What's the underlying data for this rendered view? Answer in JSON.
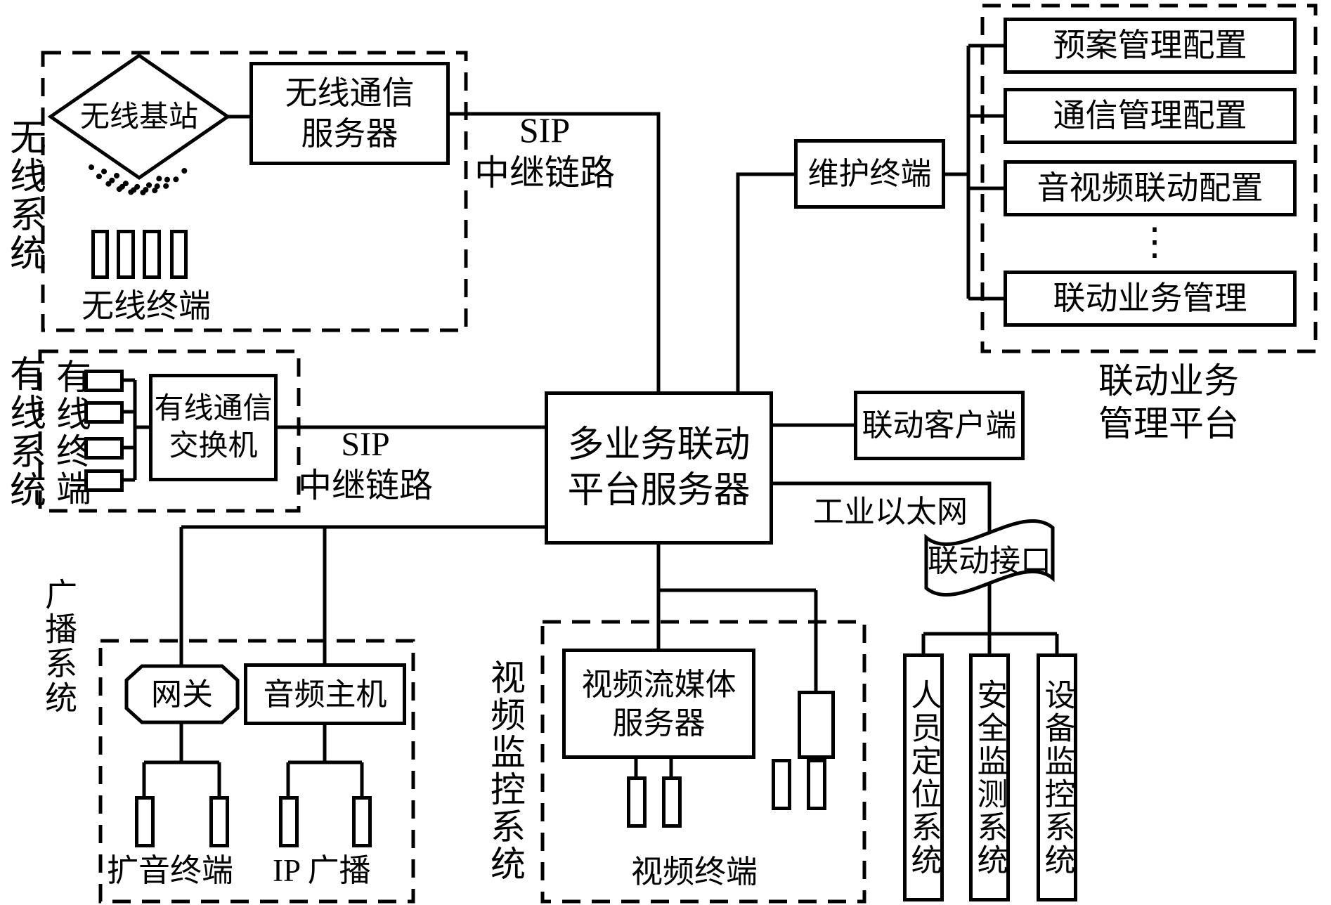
{
  "diagram": {
    "wireless": {
      "system_label": "无线系统",
      "base_station": "无线基站",
      "server_line1": "无线通信",
      "server_line2": "服务器",
      "terminal_label": "无线终端"
    },
    "wired": {
      "system_label": "有线系统",
      "terminal_label": "有线终端",
      "switch_line1": "有线通信",
      "switch_line2": "交换机"
    },
    "sip": {
      "line1": "SIP",
      "line2": "中继链路"
    },
    "main_server": {
      "line1": "多业务联动",
      "line2": "平台服务器"
    },
    "maintenance_terminal": "维护终端",
    "linkage_client": "联动客户端",
    "industrial_ethernet": "工业以太网",
    "linkage_interface": "联动接口",
    "platform": {
      "label_line1": "联动业务",
      "label_line2": "管理平台",
      "items": [
        "预案管理配置",
        "通信管理配置",
        "音视频联动配置",
        "⋮",
        "联动业务管理"
      ]
    },
    "broadcast": {
      "system_label": "广播系统",
      "gateway": "网关",
      "audio_host": "音频主机",
      "speaker_terminal_label": "扩音终端",
      "ip_broadcast_label": "IP 广播"
    },
    "video": {
      "system_label": "视频监控系统",
      "server_line1": "视频流媒体",
      "server_line2": "服务器",
      "terminal_label": "视频终端"
    },
    "subsystems": [
      "人员定位系统",
      "安全监测系统",
      "设备监控系统"
    ]
  }
}
